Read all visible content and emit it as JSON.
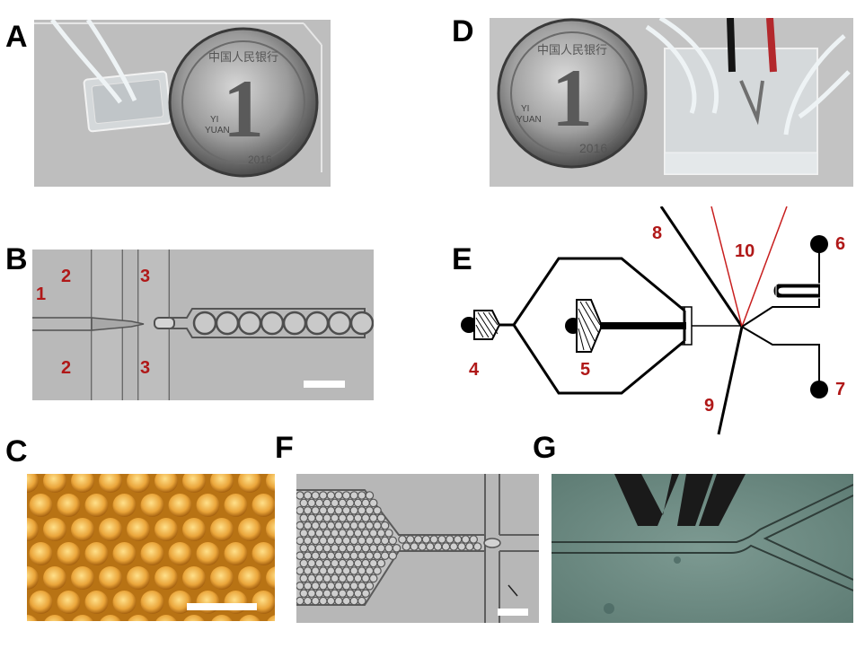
{
  "panels": {
    "A": {
      "letter": "A"
    },
    "B": {
      "letter": "B",
      "labels": [
        "1",
        "2",
        "3",
        "2",
        "3"
      ]
    },
    "C": {
      "letter": "C"
    },
    "D": {
      "letter": "D"
    },
    "E": {
      "letter": "E",
      "labels": [
        "4",
        "5",
        "6",
        "7",
        "8",
        "9",
        "10"
      ]
    },
    "F": {
      "letter": "F"
    },
    "G": {
      "letter": "G"
    }
  },
  "coin": {
    "denomination": "1",
    "text_top": "中国人民银行",
    "yi": "YI",
    "yuan": "YUAN",
    "year": "2016"
  },
  "colors": {
    "label_red": "#b01818",
    "micro_gray": "#b8b8b8",
    "channel_wall": "#5a5a5a",
    "colloid_orange": "#d9921e",
    "g_background": "#6e8d84"
  }
}
